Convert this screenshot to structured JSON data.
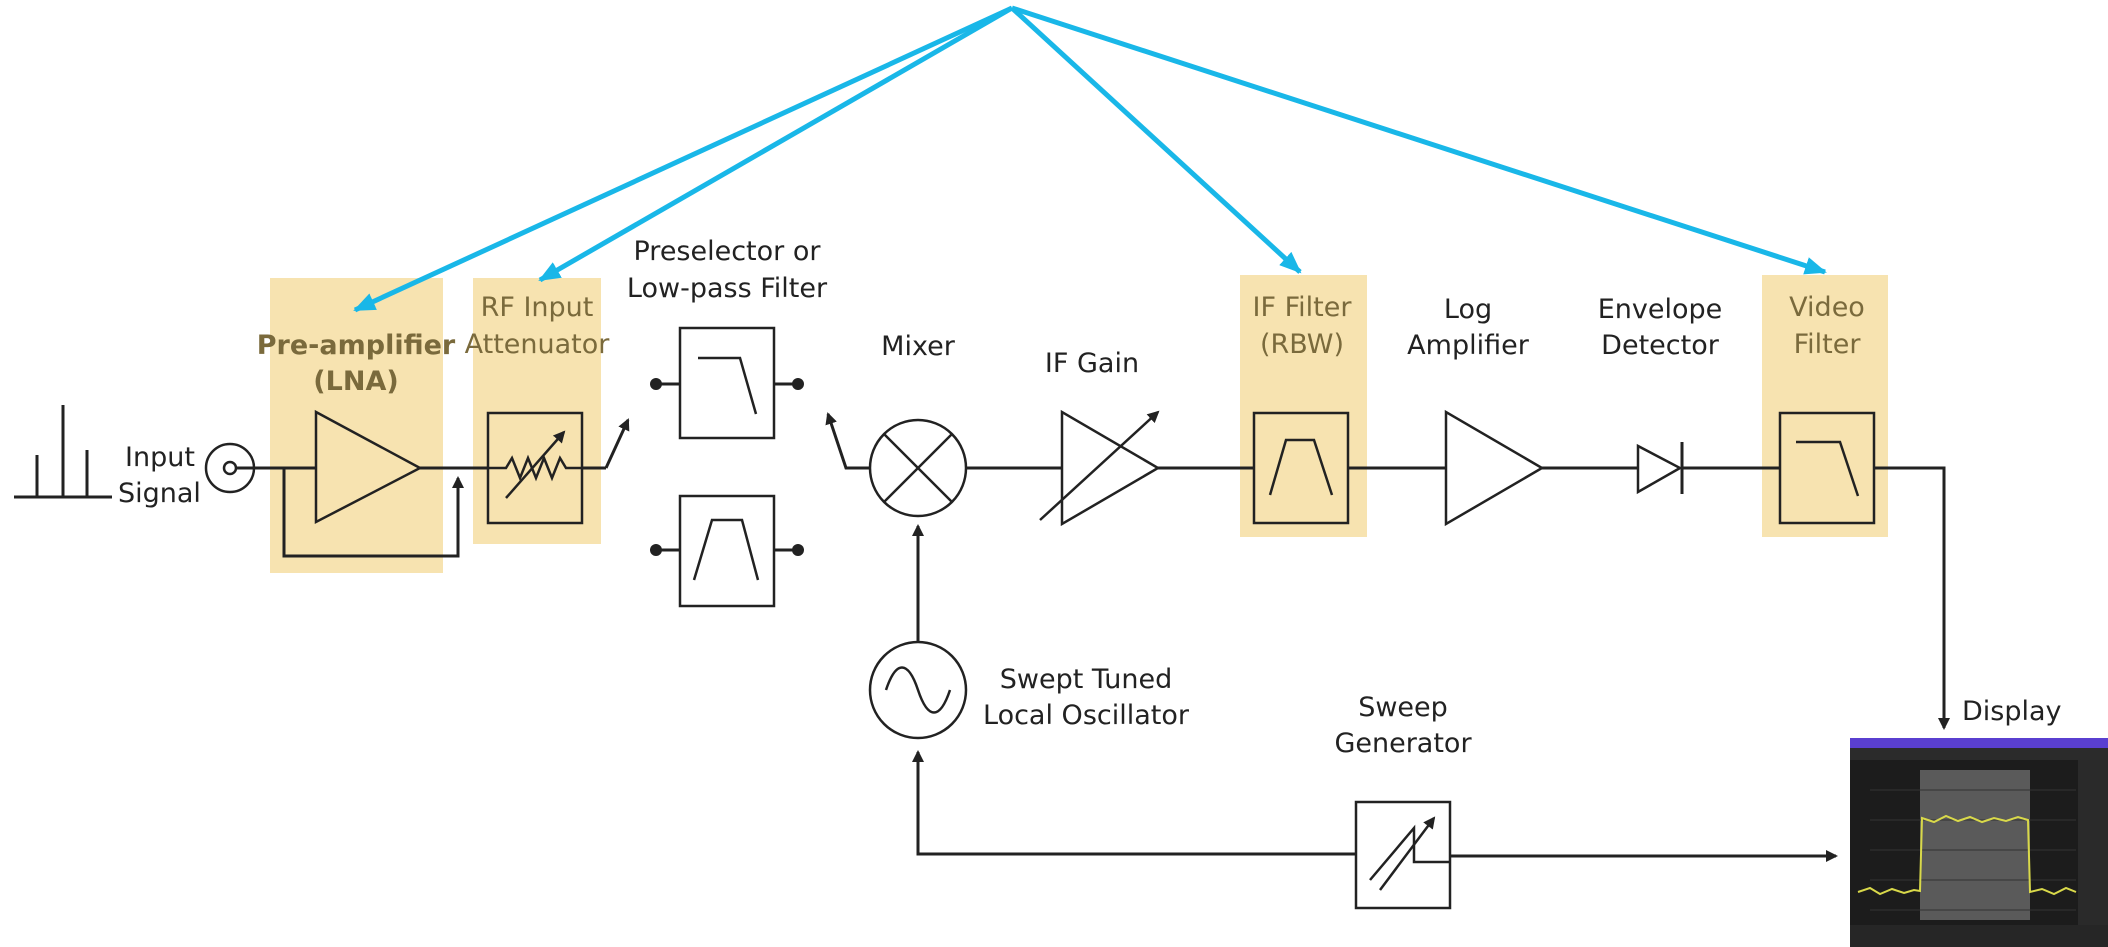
{
  "labels": {
    "input_signal_1": "Input",
    "input_signal_2": "Signal",
    "preamp_1": "Pre-amplifier",
    "preamp_2": "(LNA)",
    "attenuator_1": "RF Input",
    "attenuator_2": "Attenuator",
    "preselector_1": "Preselector or",
    "preselector_2": "Low-pass Filter",
    "mixer": "Mixer",
    "if_gain": "IF Gain",
    "if_filter_1": "IF Filter",
    "if_filter_2": "(RBW)",
    "log_amp_1": "Log",
    "log_amp_2": "Amplifier",
    "envelope_1": "Envelope",
    "envelope_2": "Detector",
    "video_filter_1": "Video",
    "video_filter_2": "Filter",
    "local_osc_1": "Swept Tuned",
    "local_osc_2": "Local Oscillator",
    "sweep_gen_1": "Sweep",
    "sweep_gen_2": "Generator",
    "display": "Display"
  },
  "colors": {
    "highlight": "#f7e3b0",
    "callout_arrows": "#19b7e8",
    "highlight_text": "#7a6a3c",
    "line": "#222222",
    "screen_trace": "#d9d94a",
    "screen_bg": "#1c1c1c"
  }
}
